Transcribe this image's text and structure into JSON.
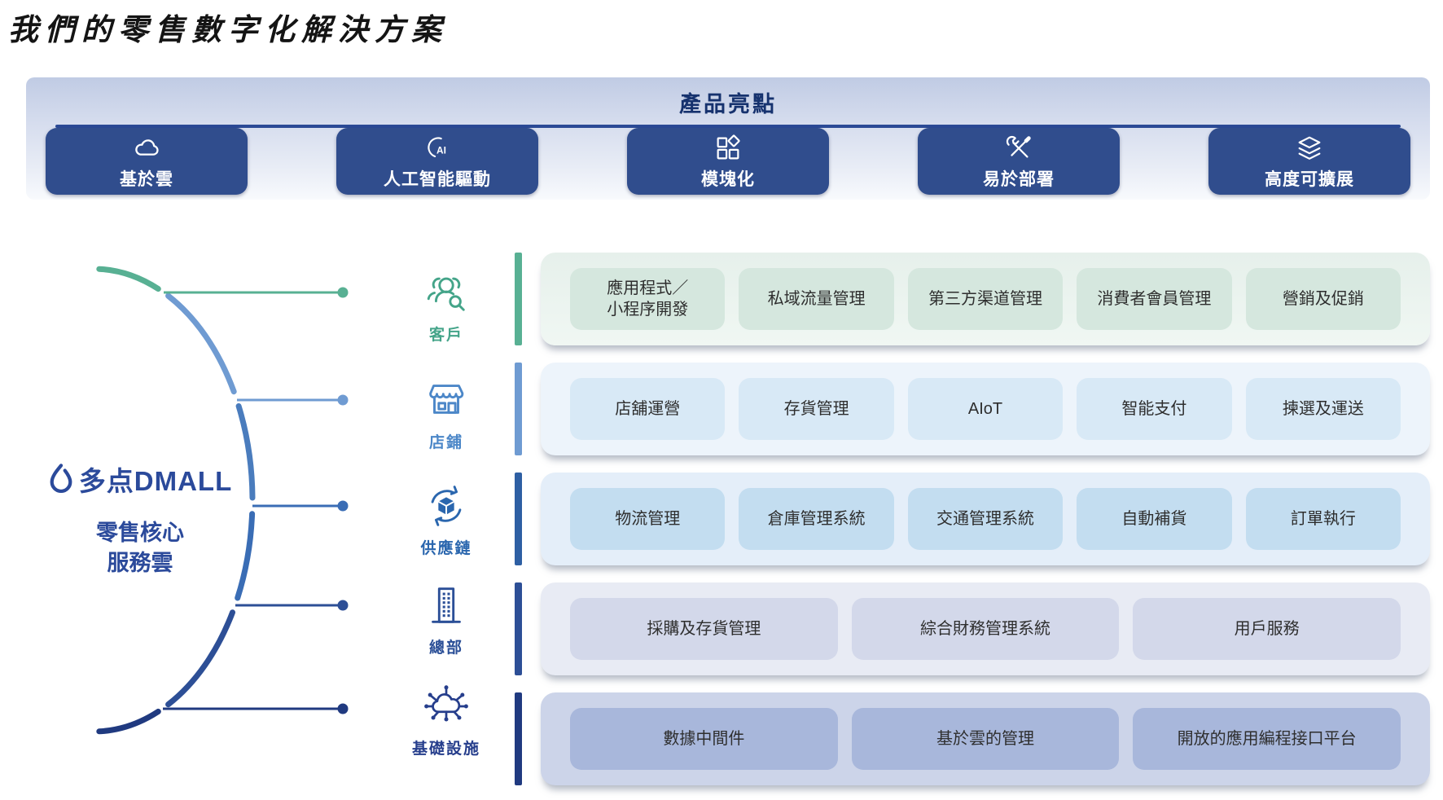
{
  "page": {
    "title": "我們的零售數字化解決方案"
  },
  "banner": {
    "title": "產品亮點",
    "highlights": [
      {
        "icon": "cloud-icon",
        "label": "基於雲"
      },
      {
        "icon": "ai-icon",
        "label": "人工智能驅動"
      },
      {
        "icon": "modules-icon",
        "label": "模塊化"
      },
      {
        "icon": "tools-icon",
        "label": "易於部署"
      },
      {
        "icon": "layers-icon",
        "label": "高度可擴展"
      }
    ]
  },
  "core_cloud": {
    "brand": "多点DMALL",
    "name": "零售核心\n服務雲"
  },
  "categories": [
    {
      "label": "客戶",
      "icon": "customers-icon",
      "color": "#44a489"
    },
    {
      "label": "店鋪",
      "icon": "store-icon",
      "color": "#4c87c8"
    },
    {
      "label": "供應鏈",
      "icon": "supply-chain-icon",
      "color": "#2a66ae"
    },
    {
      "label": "總部",
      "icon": "headquarters-icon",
      "color": "#2b4f97"
    },
    {
      "label": "基礎設施",
      "icon": "infrastructure-icon",
      "color": "#263e8c"
    }
  ],
  "solution_rows": [
    {
      "category": "客戶",
      "accent": "#58b093",
      "items": [
        "應用程式／\n小程序開發",
        "私域流量管理",
        "第三方渠道管理",
        "消費者會員管理",
        "營銷及促銷"
      ]
    },
    {
      "category": "店鋪",
      "accent": "#6f9bd2",
      "items": [
        "店舖運營",
        "存貨管理",
        "AIoT",
        "智能支付",
        "揀選及運送"
      ]
    },
    {
      "category": "供應鏈",
      "accent": "#2e5fa3",
      "items": [
        "物流管理",
        "倉庫管理系統",
        "交通管理系統",
        "自動補貨",
        "訂單執行"
      ]
    },
    {
      "category": "總部",
      "accent": "#2d4f96",
      "items": [
        "採購及存貨管理",
        "綜合財務管理系統",
        "用戶服務"
      ]
    },
    {
      "category": "基礎設施",
      "accent": "#203a80",
      "items": [
        "數據中間件",
        "基於雲的管理",
        "開放的應用編程接口平台"
      ]
    }
  ]
}
